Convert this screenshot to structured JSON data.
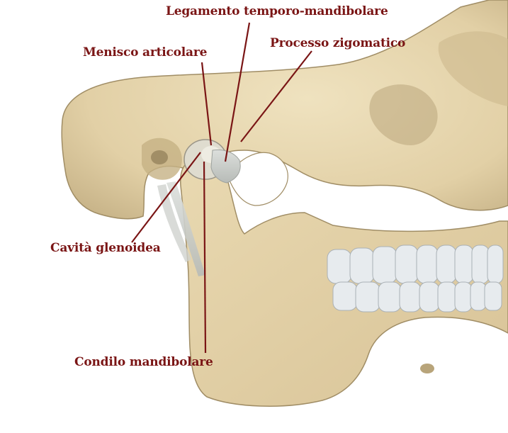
{
  "labels": {
    "ligament": "Legamento temporo-mandibolare",
    "meniscus": "Menisco articolare",
    "zygomatic": "Processo zigomatico",
    "glenoid": "Cavità glenoidea",
    "condyle": "Condilo mandibolare"
  },
  "colors": {
    "bone": "#e6d6ad",
    "bone_shadow": "#b9a57c",
    "teeth": "#e7ebee",
    "label_text": "#7a1515",
    "leader_line": "#7a1515",
    "ligament": "#c9ccc8"
  }
}
